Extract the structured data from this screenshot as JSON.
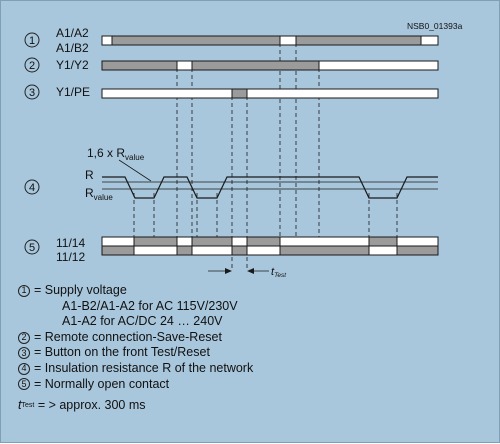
{
  "doc_code": "NSB0_01393a",
  "rows": [
    {
      "num": "1",
      "labels": [
        "A1/A2",
        "A1/B2"
      ]
    },
    {
      "num": "2",
      "labels": [
        "Y1/Y2"
      ]
    },
    {
      "num": "3",
      "labels": [
        "Y1/PE"
      ]
    },
    {
      "num": "4",
      "labels": [
        "R",
        "R",
        "value"
      ],
      "threshold": {
        "prefix": "1,6 x R",
        "sub": "value"
      }
    },
    {
      "num": "5",
      "labels": [
        "11/14",
        "11/12"
      ]
    }
  ],
  "t_test": {
    "main": "t",
    "sub": "Test"
  },
  "legend": [
    {
      "num": "1",
      "text": "= Supply voltage"
    },
    {
      "num": "",
      "text": "A1-B2/A1-A2 for AC 115V/230V"
    },
    {
      "num": "",
      "text": "A1-A2 for AC/DC 24 … 240V"
    },
    {
      "num": "2",
      "text": "= Remote connection-Save-Reset"
    },
    {
      "num": "3",
      "text": "= Button on the front Test/Reset"
    },
    {
      "num": "4",
      "text": "= Insulation resistance R of the network"
    },
    {
      "num": "5",
      "text": "= Normally open contact"
    }
  ],
  "note": {
    "t": "t",
    "sub": "Test",
    "text": "= > approx. 300 ms"
  },
  "colors": {
    "background": "#a9c7dc",
    "bar_on": "#9b9b9b",
    "bar_off": "#ffffff",
    "line": "#1a1a1a"
  }
}
